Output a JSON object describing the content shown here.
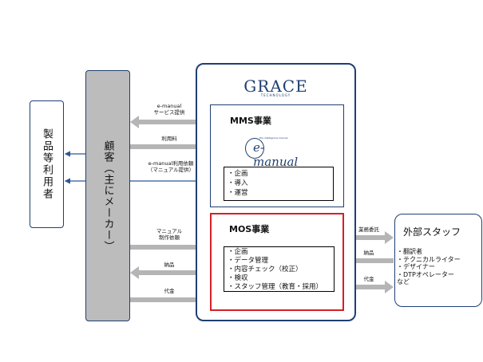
{
  "users": {
    "label": "製品等利用者"
  },
  "customer": {
    "label": "顧客（主にメーカー）"
  },
  "grace": {
    "logo": "GRACE",
    "logo_sub": "TECHNOLOGY"
  },
  "mms": {
    "title": "MMS事業",
    "logo_word": "e-manual",
    "logo_tag": "the intelligence manual",
    "items": [
      "・企画",
      "・導入",
      "・運営"
    ]
  },
  "mos": {
    "title": "MOS事業",
    "items": [
      "・企画",
      "・データ管理",
      "・内容チェック（校正）",
      "・検収",
      "・スタッフ管理（教育・採用）"
    ]
  },
  "staff": {
    "title": "外部スタッフ",
    "items": [
      "・翻訳者",
      "・テクニカルライター",
      "・デザイナー",
      "・DTPオペレーター",
      "など"
    ]
  },
  "flows": {
    "emanual_service": [
      "e-manual",
      "サービス提供"
    ],
    "usage_fee": "利用料",
    "emanual_order": [
      "e-manual利用依頼",
      "（マニュアル提供）"
    ],
    "manual_order": [
      "マニュアル",
      "制作依頼"
    ],
    "delivery_left": "納品",
    "fee_left": "代金",
    "outsourcing": "業務委託",
    "delivery_right": "納品",
    "fee_right": "代金"
  },
  "colors": {
    "navy": "#1f3f72",
    "red": "#d42027",
    "gray_arrow": "#b5b5b5",
    "blue_arrow": "#2b5797"
  }
}
